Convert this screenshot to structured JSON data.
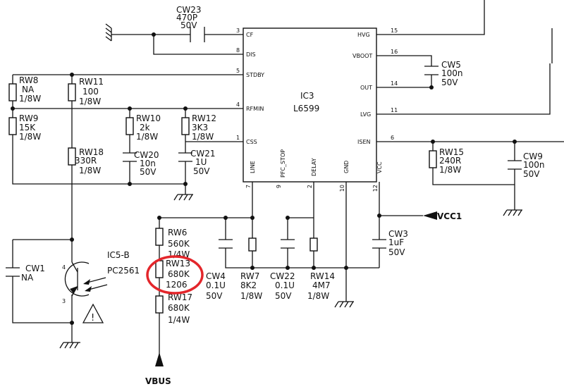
{
  "ic": {
    "ref": "IC3",
    "part": "L6599",
    "pins": [
      {
        "no": "3",
        "name": "CF"
      },
      {
        "no": "8",
        "name": "DIS"
      },
      {
        "no": "5",
        "name": "STDBY"
      },
      {
        "no": "4",
        "name": "RFMIN"
      },
      {
        "no": "1",
        "name": "CSS"
      },
      {
        "no": "15",
        "name": "HVG"
      },
      {
        "no": "16",
        "name": "VBOOT"
      },
      {
        "no": "14",
        "name": "OUT"
      },
      {
        "no": "11",
        "name": "LVG"
      },
      {
        "no": "6",
        "name": "ISEN"
      },
      {
        "no": "7",
        "name": "LINE"
      },
      {
        "no": "9",
        "name": "PFC_STOP"
      },
      {
        "no": "2",
        "name": "DELAY"
      },
      {
        "no": "10",
        "name": "GND"
      },
      {
        "no": "12",
        "name": "VCC"
      }
    ]
  },
  "components": {
    "cw23": {
      "ref": "CW23",
      "value": "470P",
      "rating": "50V"
    },
    "rw8": {
      "ref": "RW8",
      "value": "NA",
      "rating": "1/8W"
    },
    "rw11": {
      "ref": "RW11",
      "value": "100",
      "rating": "1/8W"
    },
    "rw9": {
      "ref": "RW9",
      "value": "15K",
      "rating": "1/8W"
    },
    "rw10": {
      "ref": "RW10",
      "value": "2k",
      "rating": "1/8W"
    },
    "rw12": {
      "ref": "RW12",
      "value": "3K3",
      "rating": "1/8W"
    },
    "rw18": {
      "ref": "RW18",
      "value": "330R",
      "rating": "1/8W"
    },
    "cw20": {
      "ref": "CW20",
      "value": "10n",
      "rating": "50V"
    },
    "cw21": {
      "ref": "CW21",
      "value": "1U",
      "rating": "50V"
    },
    "cw5": {
      "ref": "CW5",
      "value": "100n",
      "rating": "50V"
    },
    "rw15": {
      "ref": "RW15",
      "value": "240R",
      "rating": "1/8W"
    },
    "cw9": {
      "ref": "CW9",
      "value": "100n",
      "rating": "50V"
    },
    "rw6": {
      "ref": "RW6",
      "value": "560K",
      "rating": "1/4W"
    },
    "rw13": {
      "ref": "RW13",
      "value": "680K",
      "rating": "1206"
    },
    "rw17": {
      "ref": "RW17",
      "value": "680K",
      "rating": "1/4W"
    },
    "cw4": {
      "ref": "CW4",
      "value": "0.1U",
      "rating": "50V"
    },
    "rw7": {
      "ref": "RW7",
      "value": "8K2",
      "rating": "1/8W"
    },
    "cw22": {
      "ref": "CW22",
      "value": "0.1U",
      "rating": "50V"
    },
    "rw14": {
      "ref": "RW14",
      "value": "4M7",
      "rating": "1/8W"
    },
    "cw3": {
      "ref": "CW3",
      "value": "1uF",
      "rating": "50V"
    },
    "cw1": {
      "ref": "CW1",
      "value": "NA"
    },
    "ic5": {
      "ref": "IC5-B",
      "value": "PC2561"
    }
  },
  "nets": {
    "vcc1": "VCC1",
    "vbus": "VBUS"
  },
  "warning_symbol": "!",
  "highlight_color": "#e3262b"
}
